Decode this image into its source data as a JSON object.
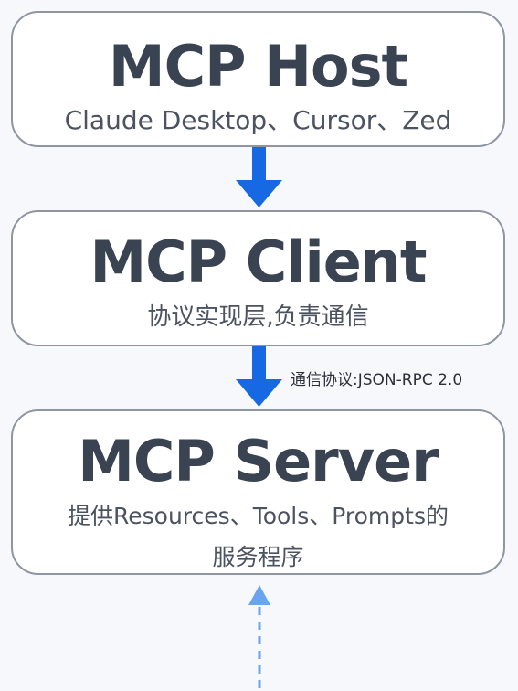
{
  "host": {
    "title": "MCP Host",
    "subtitle": "Claude Desktop、Cursor、Zed"
  },
  "client": {
    "title": "MCP Client",
    "subtitle": "协议实现层,负责通信"
  },
  "server": {
    "title": "MCP Server",
    "subtitle_line1": "提供Resources、Tools、Prompts的",
    "subtitle_line2": "服务程序"
  },
  "connector": {
    "protocol_label": "通信协议:JSON-RPC 2.0"
  },
  "colors": {
    "arrow_solid": "#1668e3",
    "arrow_dashed": "#6aa4ee",
    "box_border": "#8e95a3",
    "title_text": "#3a4352"
  }
}
